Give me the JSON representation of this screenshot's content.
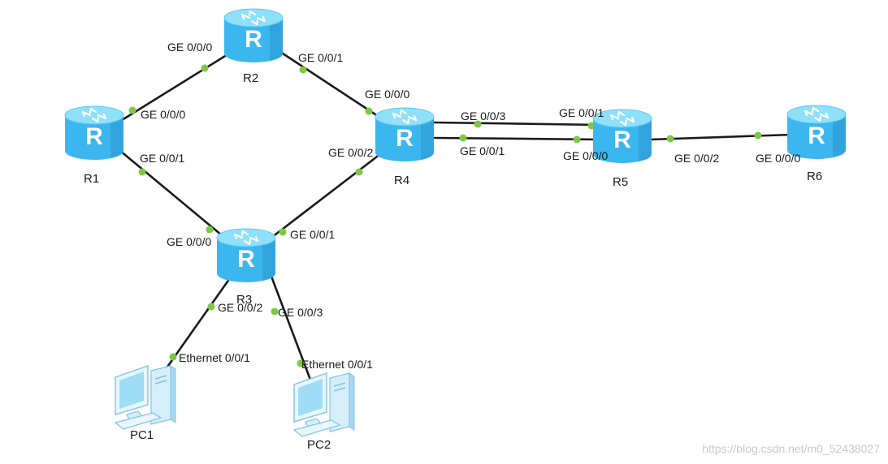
{
  "colors": {
    "router_top": "#8fe0fb",
    "router_body": "#3cb6ee",
    "router_side": "#2a96d0",
    "port_dot": "#7cc843",
    "link": "#1a1a1a",
    "pc_screen": "#9fdcf6"
  },
  "nodes": [
    {
      "id": "R1",
      "label": "R1",
      "type": "router",
      "icon": "router-icon"
    },
    {
      "id": "R2",
      "label": "R2",
      "type": "router",
      "icon": "router-icon"
    },
    {
      "id": "R3",
      "label": "R3",
      "type": "router",
      "icon": "router-icon"
    },
    {
      "id": "R4",
      "label": "R4",
      "type": "router",
      "icon": "router-icon"
    },
    {
      "id": "R5",
      "label": "R5",
      "type": "router",
      "icon": "router-icon"
    },
    {
      "id": "R6",
      "label": "R6",
      "type": "router",
      "icon": "router-icon"
    },
    {
      "id": "PC1",
      "label": "PC1",
      "type": "pc",
      "icon": "pc-icon"
    },
    {
      "id": "PC2",
      "label": "PC2",
      "type": "pc",
      "icon": "pc-icon"
    }
  ],
  "links": [
    {
      "id": "r1-r2",
      "a": "R1",
      "a_port": "GE 0/0/0",
      "b": "R2",
      "b_port": "GE 0/0/0"
    },
    {
      "id": "r2-r4",
      "a": "R2",
      "a_port": "GE 0/0/1",
      "b": "R4",
      "b_port": "GE 0/0/0"
    },
    {
      "id": "r1-r3",
      "a": "R1",
      "a_port": "GE 0/0/1",
      "b": "R3",
      "b_port": "GE 0/0/0"
    },
    {
      "id": "r4-r3",
      "a": "R4",
      "a_port": "GE 0/0/2",
      "b": "R3",
      "b_port": "GE 0/0/1"
    },
    {
      "id": "r4-r5-a",
      "a": "R4",
      "a_port": "GE 0/0/3",
      "b": "R5",
      "b_port": "GE 0/0/1"
    },
    {
      "id": "r4-r5-b",
      "a": "R4",
      "a_port": "GE 0/0/1",
      "b": "R5",
      "b_port": "GE 0/0/0"
    },
    {
      "id": "r5-r6",
      "a": "R5",
      "a_port": "GE 0/0/2",
      "b": "R6",
      "b_port": "GE 0/0/0"
    },
    {
      "id": "r3-pc1",
      "a": "R3",
      "a_port": "GE 0/0/2",
      "b": "PC1",
      "b_port": "Ethernet 0/0/1"
    },
    {
      "id": "r3-pc2",
      "a": "R3",
      "a_port": "GE 0/0/3",
      "b": "PC2",
      "b_port": "Ethernet 0/0/1"
    }
  ],
  "watermark": "https://blog.csdn.net/m0_52438027"
}
